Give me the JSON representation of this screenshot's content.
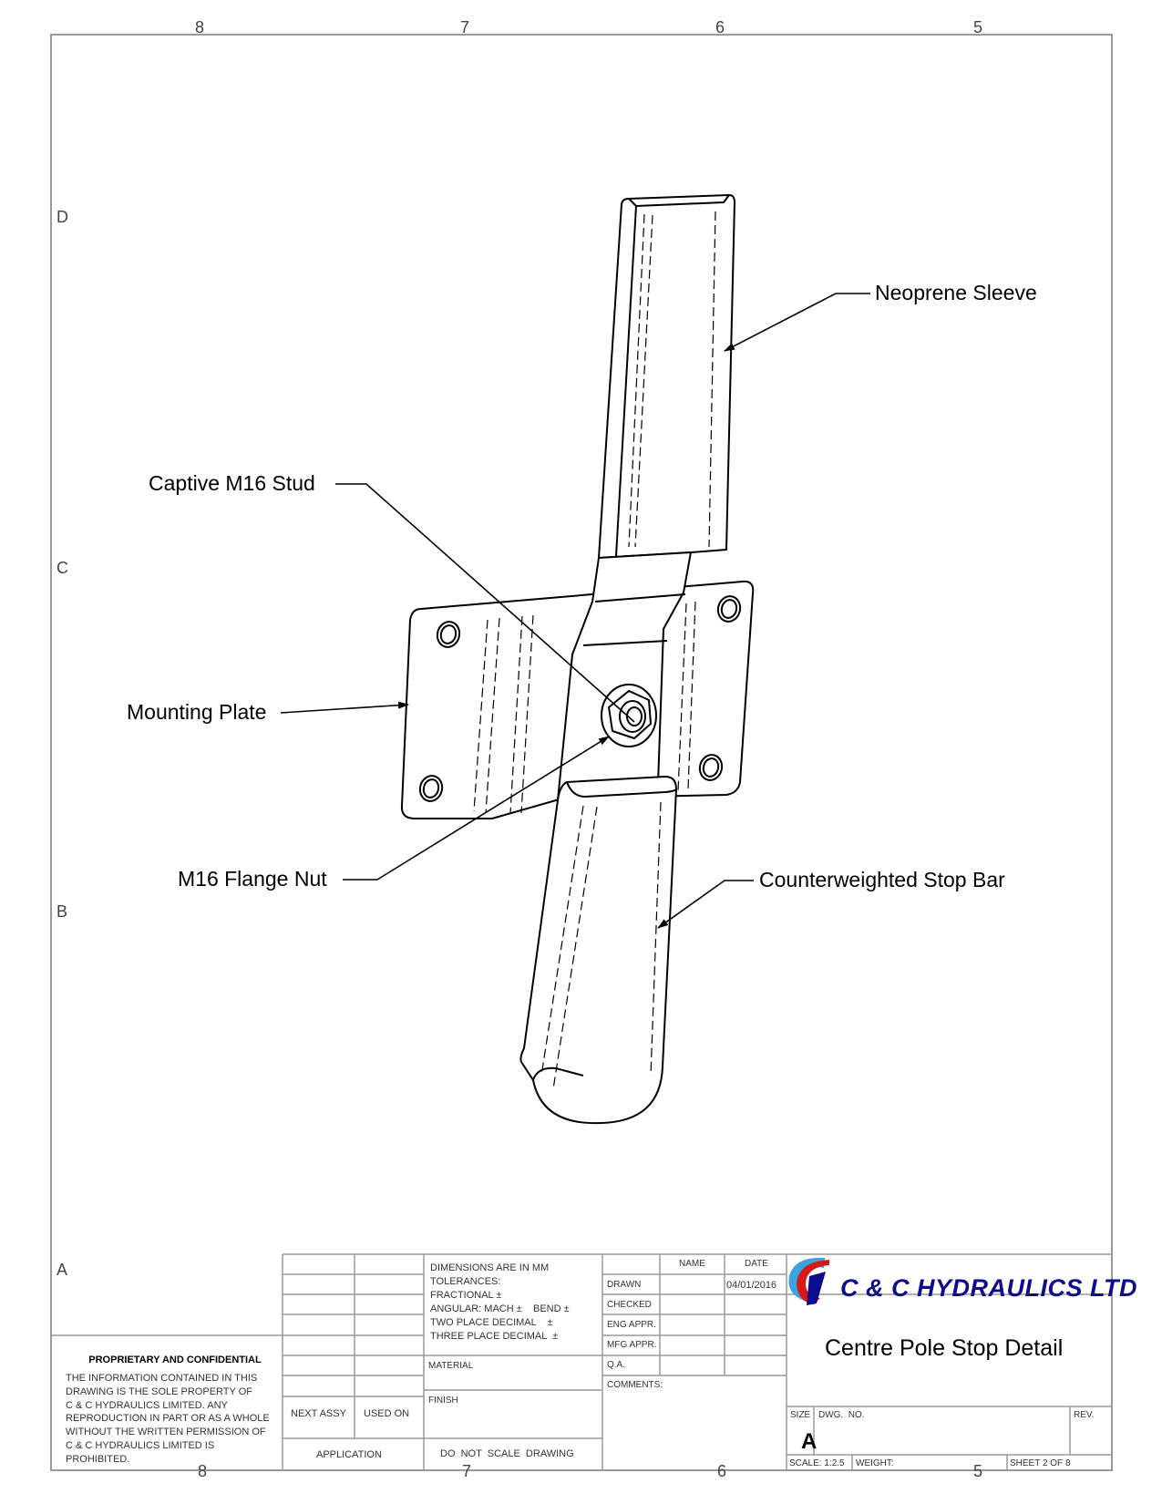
{
  "zones": {
    "top": [
      "8",
      "7",
      "6",
      "5"
    ],
    "bottom": [
      "8",
      "7",
      "6",
      "5"
    ],
    "left": [
      "D",
      "C",
      "B",
      "A"
    ]
  },
  "callouts": {
    "neoprene_sleeve": "Neoprene Sleeve",
    "captive_stud": "Captive M16 Stud",
    "mounting_plate": "Mounting Plate",
    "flange_nut": "M16 Flange Nut",
    "stop_bar": "Counterweighted Stop Bar"
  },
  "confidential": {
    "title": "PROPRIETARY AND CONFIDENTIAL",
    "lines": [
      "THE INFORMATION CONTAINED IN THIS",
      "DRAWING IS THE SOLE PROPERTY OF",
      "C & C HYDRAULICS LIMITED.  ANY",
      "REPRODUCTION IN PART OR AS A WHOLE",
      "WITHOUT THE WRITTEN PERMISSION OF",
      "C & C HYDRAULICS LIMITED  IS",
      "PROHIBITED."
    ]
  },
  "application_block": {
    "next_assy": "NEXT ASSY",
    "used_on": "USED ON",
    "application": "APPLICATION"
  },
  "tolerances": {
    "lines": [
      "DIMENSIONS ARE IN MM",
      "TOLERANCES:",
      "FRACTIONAL ±",
      "ANGULAR: MACH ±    BEND ±",
      "TWO PLACE DECIMAL    ±",
      "THREE PLACE DECIMAL  ±"
    ],
    "material": "MATERIAL",
    "finish": "FINISH",
    "do_not_scale": "DO  NOT  SCALE  DRAWING"
  },
  "approvals": {
    "name_header": "NAME",
    "date_header": "DATE",
    "rows": [
      "DRAWN",
      "CHECKED",
      "ENG APPR.",
      "MFG APPR.",
      "Q.A."
    ],
    "drawn_date": "04/01/2016",
    "comments": "COMMENTS:"
  },
  "company": {
    "name": "C & C HYDRAULICS LTD",
    "logo_colors": {
      "blue": "#0c0c8c",
      "red": "#d61a1a",
      "light_blue": "#3aa3e0"
    }
  },
  "title": "Centre Pole Stop Detail",
  "info": {
    "size_label": "SIZE",
    "size": "A",
    "dwg_no_label": "DWG.  NO.",
    "rev_label": "REV.",
    "scale": "SCALE: 1:2.5",
    "weight": "WEIGHT:",
    "sheet": "SHEET 2 OF 8"
  }
}
